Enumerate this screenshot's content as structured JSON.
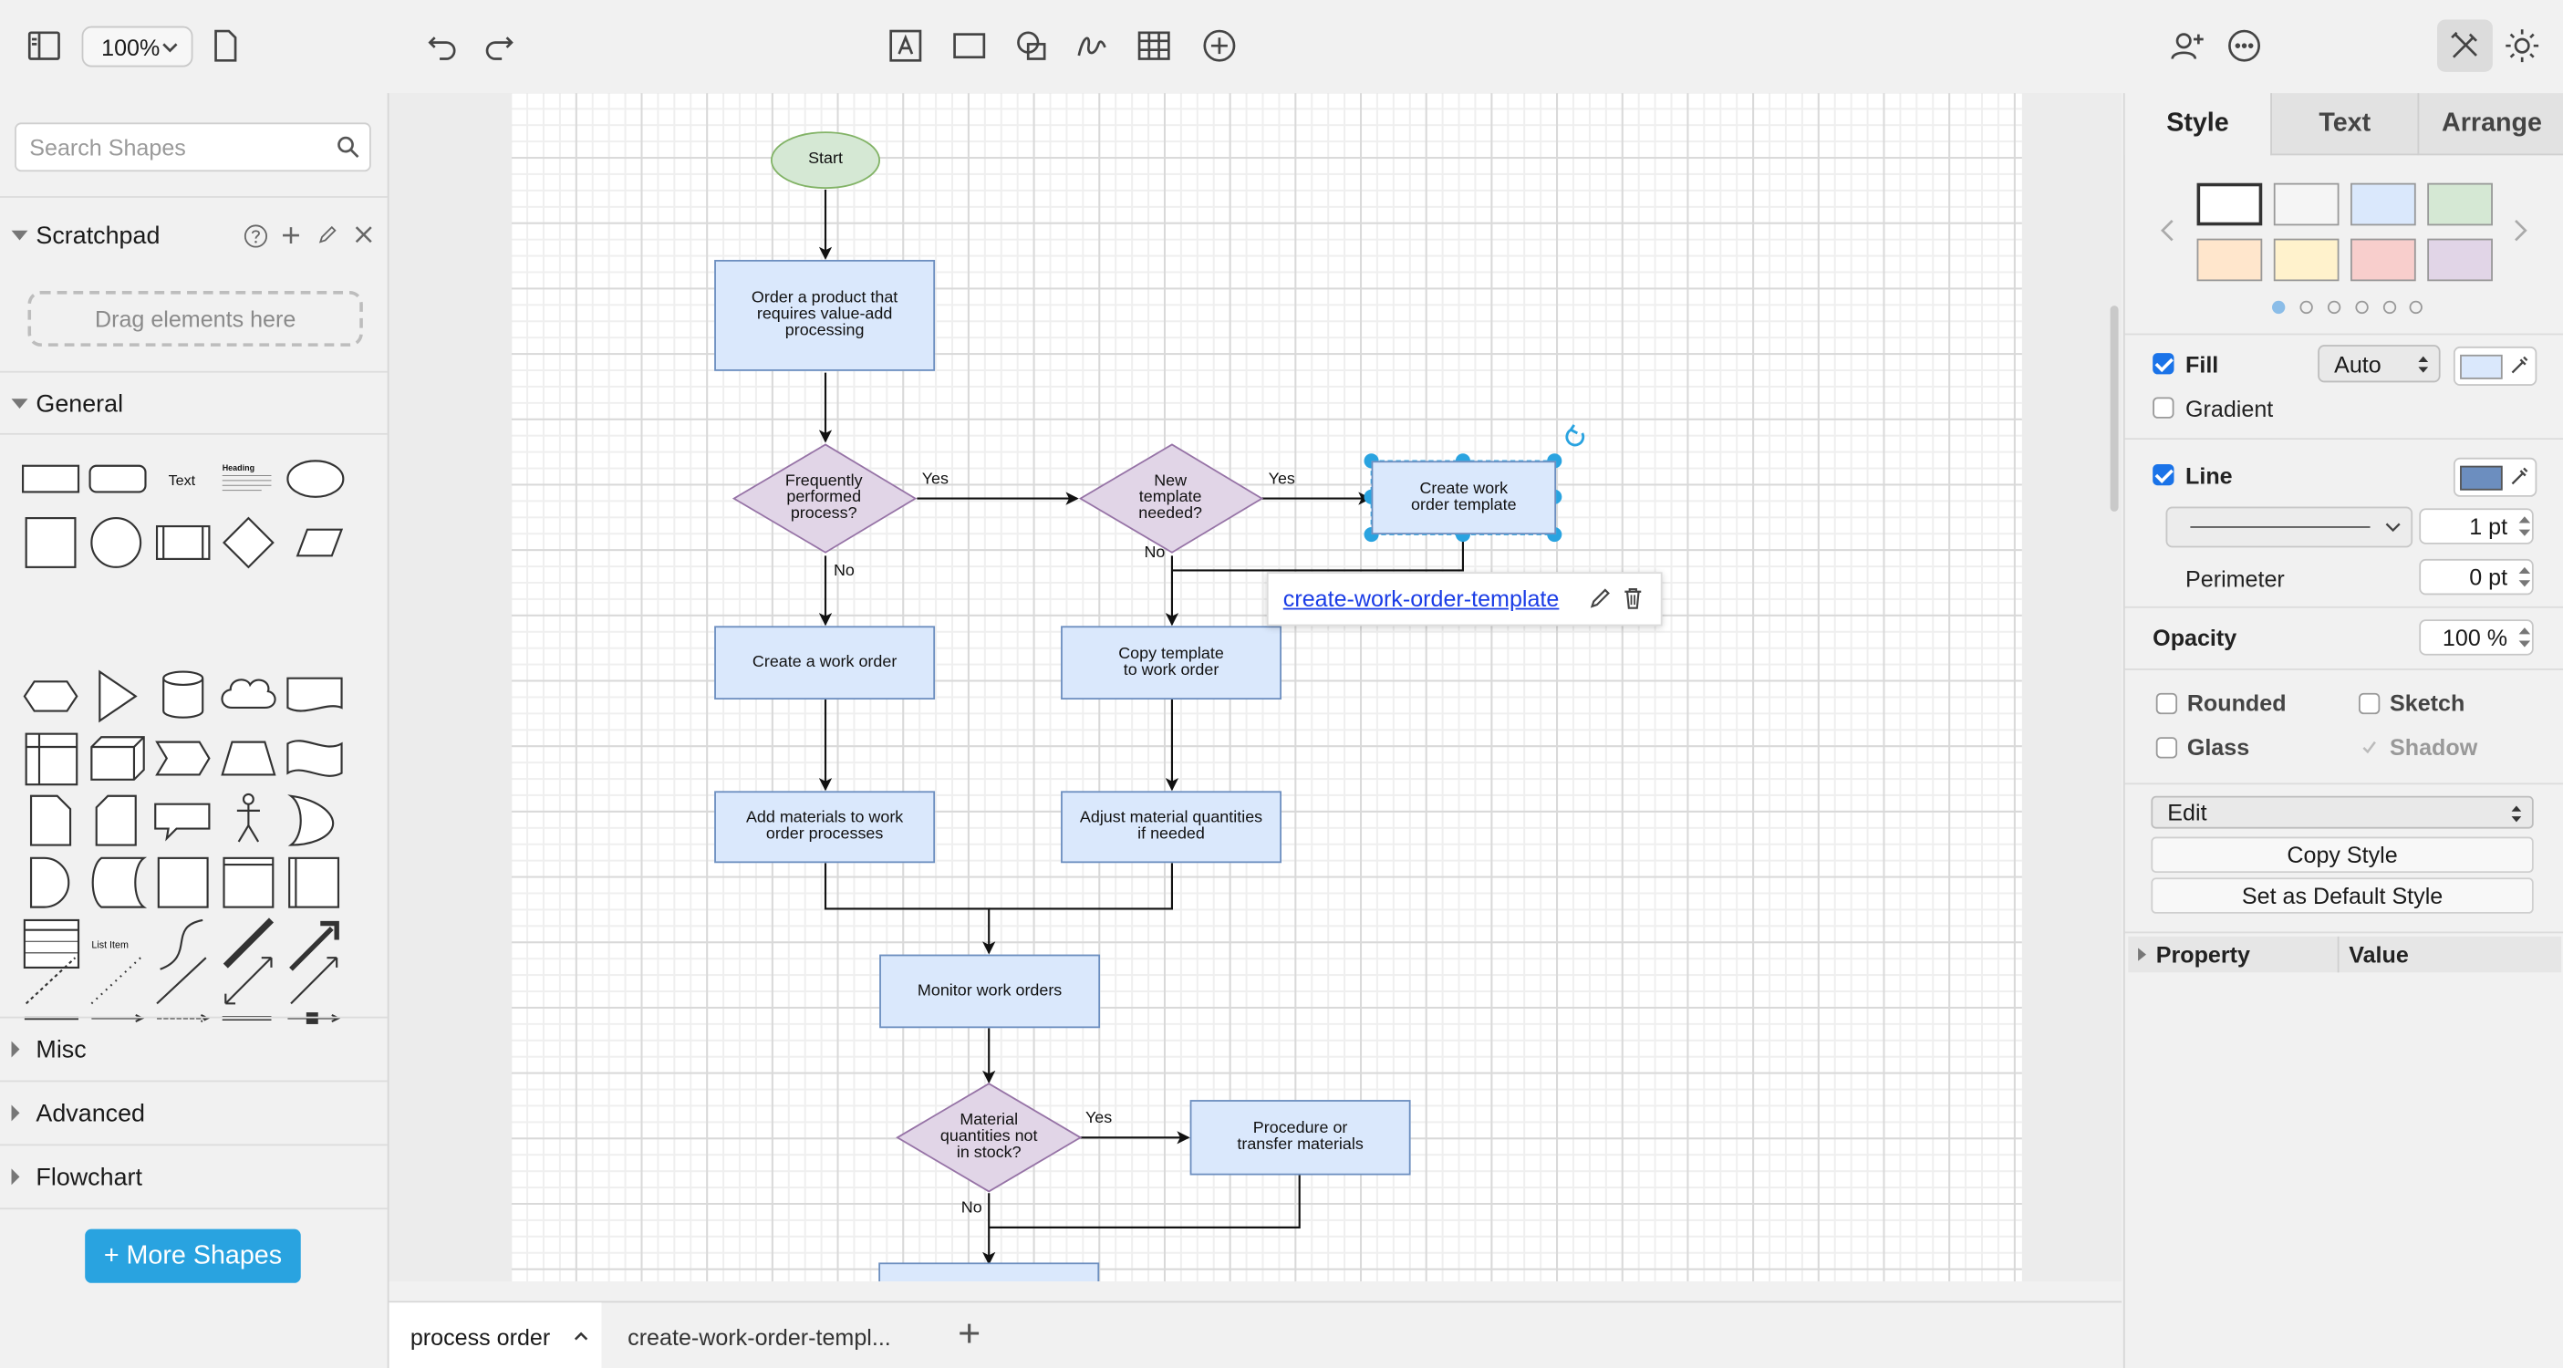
{
  "toolbar": {
    "zoom": "100%",
    "icons": [
      "sidebar-toggle-icon",
      "page-icon",
      "undo-icon",
      "redo-icon",
      "text-icon",
      "rectangle-icon",
      "shapes-icon",
      "freehand-icon",
      "table-icon",
      "insert-icon",
      "share-icon",
      "more-icon",
      "format-icon",
      "theme-icon"
    ]
  },
  "left_panel": {
    "search_placeholder": "Search Shapes",
    "scratchpad_title": "Scratchpad",
    "drag_hint": "Drag elements here",
    "general_title": "General",
    "shape_text": "Text",
    "shape_heading": "Heading",
    "shape_list_item": "List Item",
    "misc_title": "Misc",
    "advanced_title": "Advanced",
    "flowchart_title": "Flowchart",
    "more_shapes": "+ More Shapes"
  },
  "diagram": {
    "start": "Start",
    "order": "Order a product that\nrequires value-add\nprocessing",
    "frequent": "Frequently\nperformed\nprocess?",
    "new_template": "New\ntemplate\nneeded?",
    "create_template": "Create work\norder template",
    "create_work_order": "Create a work order",
    "copy_template": "Copy template\nto work order",
    "add_materials": "Add materials to work\norder processes",
    "adjust_quantities": "Adjust material quantities\nif needed",
    "monitor": "Monitor work orders",
    "material_check": "Material\nquantities not\nin stock?",
    "procedure": "Procedure or\ntransfer materials",
    "yes": "Yes",
    "no": "No"
  },
  "link_popup": {
    "link": "create-work-order-template"
  },
  "tabs": {
    "active": "process order",
    "second": "create-work-order-templ...",
    "add": "+"
  },
  "right_panel": {
    "tab_style": "Style",
    "tab_text": "Text",
    "tab_arrange": "Arrange",
    "swatches": [
      "#ffffff",
      "#f5f5f5",
      "#dae8fc",
      "#d5e8d4",
      "#ffe6cc",
      "#fff2cc",
      "#f8cecc",
      "#e1d5e7"
    ],
    "fill_label": "Fill",
    "fill_value": "Auto",
    "fill_color": "#dae8fc",
    "gradient_label": "Gradient",
    "line_label": "Line",
    "line_color": "#6c8ebf",
    "line_width": "1 pt",
    "perimeter_label": "Perimeter",
    "perimeter_value": "0 pt",
    "opacity_label": "Opacity",
    "opacity_value": "100 %",
    "rounded": "Rounded",
    "sketch": "Sketch",
    "glass": "Glass",
    "shadow": "Shadow",
    "edit": "Edit",
    "copy_style": "Copy Style",
    "default_style": "Set as Default Style",
    "property_col": "Property",
    "value_col": "Value"
  }
}
